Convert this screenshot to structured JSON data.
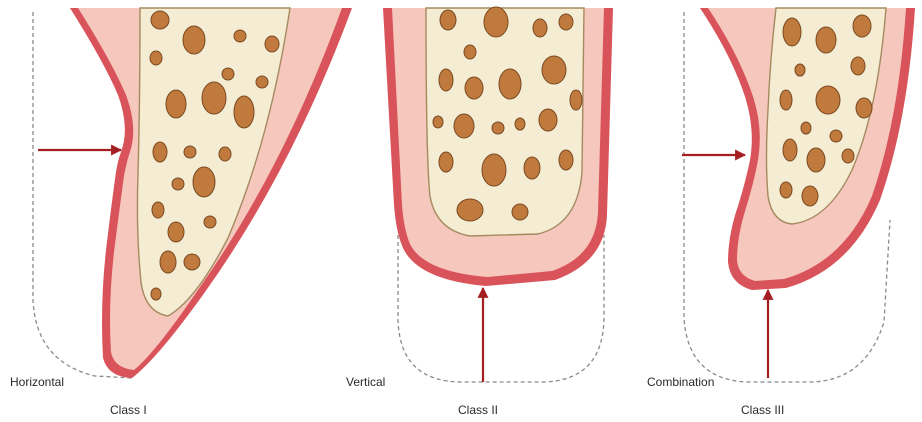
{
  "panels": [
    {
      "defect_label": "Horizontal",
      "class_label": "Class I"
    },
    {
      "defect_label": "Vertical",
      "class_label": "Class II"
    },
    {
      "defect_label": "Combination",
      "class_label": "Class III"
    }
  ],
  "colors": {
    "gum_edge": "#d9535a",
    "gum_fill": "#f6c7bd",
    "bone_fill": "#f4ecd3",
    "bone_outline": "#a58a60",
    "marrow_fill": "#c07a3e",
    "marrow_outline": "#7a4a20",
    "arrow": "#a51e22",
    "dashed": "#8a8a8a"
  }
}
